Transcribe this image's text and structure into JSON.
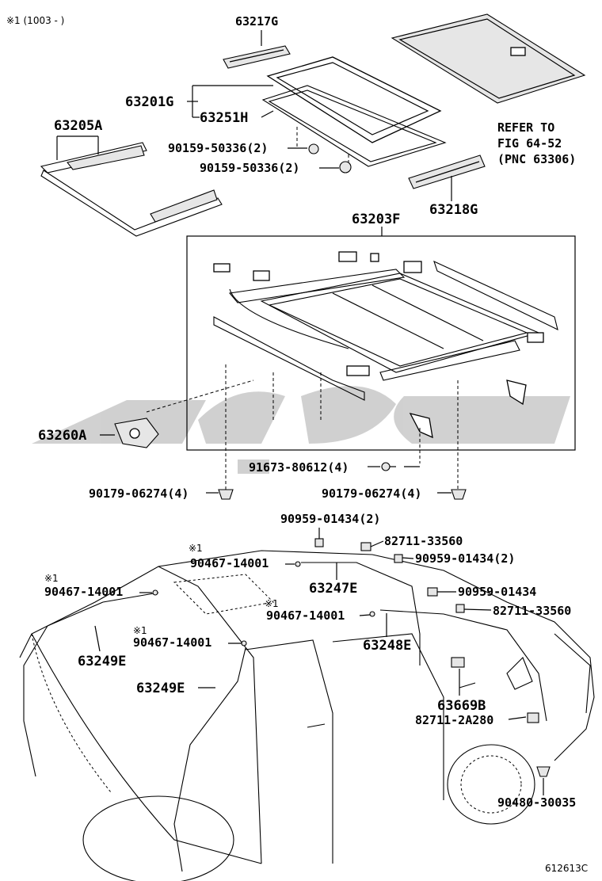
{
  "header_note": "※1 (1003 -      )",
  "figure_id": "612613C",
  "watermark_text": "ﻛﺎﺭﺷﻨﺎﺱ",
  "refer_note": [
    "REFER TO",
    "FIG 64-52",
    "(PNC 63306)"
  ],
  "labels": {
    "p63217G": "63217G",
    "p63201G": "63201G",
    "p63251H": "63251H",
    "p63205A": "63205A",
    "p90159_1": "90159-50336(2)",
    "p90159_2": "90159-50336(2)",
    "p63218G": "63218G",
    "p63203F": "63203F",
    "p63260A": "63260A",
    "p91673": "91673-80612(4)",
    "p90179_l": "90179-06274(4)",
    "p90179_r": "90179-06274(4)",
    "p90959_a": "90959-01434(2)",
    "p82711_a": "82711-33560",
    "p90959_b": "90959-01434(2)",
    "p90467_a": "90467-14001",
    "p63247E": "63247E",
    "p90959_c": "90959-01434",
    "p90467_b": "90467-14001",
    "p82711_b": "82711-33560",
    "p90467_c": "90467-14001",
    "p63248E": "63248E",
    "p90467_d": "90467-14001",
    "p63249E_a": "63249E",
    "p63249E_b": "63249E",
    "p63669B": "63669B",
    "p82711_c": "82711-2A280",
    "p90480": "90480-30035",
    "mark": "※1"
  }
}
